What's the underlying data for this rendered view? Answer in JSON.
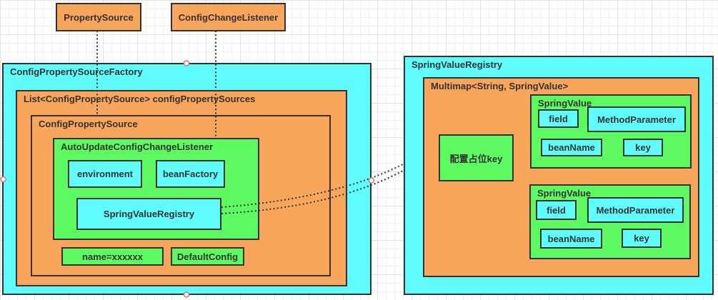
{
  "colors": {
    "orange": "#F9A65C",
    "cyan": "#60FCFC",
    "green": "#5EFA62",
    "border": "#333333",
    "text": "#333333",
    "connector": "#333333",
    "handle_ring": "#CE7B70"
  },
  "external_nodes": {
    "property_source": "PropertySource",
    "config_change_listener": "ConfigChangeListener"
  },
  "factory": {
    "title": "ConfigPropertySourceFactory",
    "list": {
      "title": "List<ConfigPropertySource> configPropertySources",
      "config_property_source": {
        "title": "ConfigPropertySource",
        "auto_update_listener": {
          "title": "AutoUpdateConfigChangeListener",
          "environment": "environment",
          "bean_factory": "beanFactory",
          "spring_value_registry": "SpringValueRegistry"
        },
        "name_entry": "name=xxxxxx",
        "default_config": "DefaultConfig"
      }
    }
  },
  "registry": {
    "title": "SpringValueRegistry",
    "multimap": {
      "title": "Multimap<String, SpringValue>",
      "placeholder_key": "配置占位key",
      "spring_values": [
        {
          "title": "SpringValue",
          "field": "field",
          "method_parameter": "MethodParameter",
          "bean_name": "beanName",
          "key": "key"
        },
        {
          "title": "SpringValue",
          "field": "field",
          "method_parameter": "MethodParameter",
          "bean_name": "beanName",
          "key": "key"
        }
      ]
    }
  }
}
